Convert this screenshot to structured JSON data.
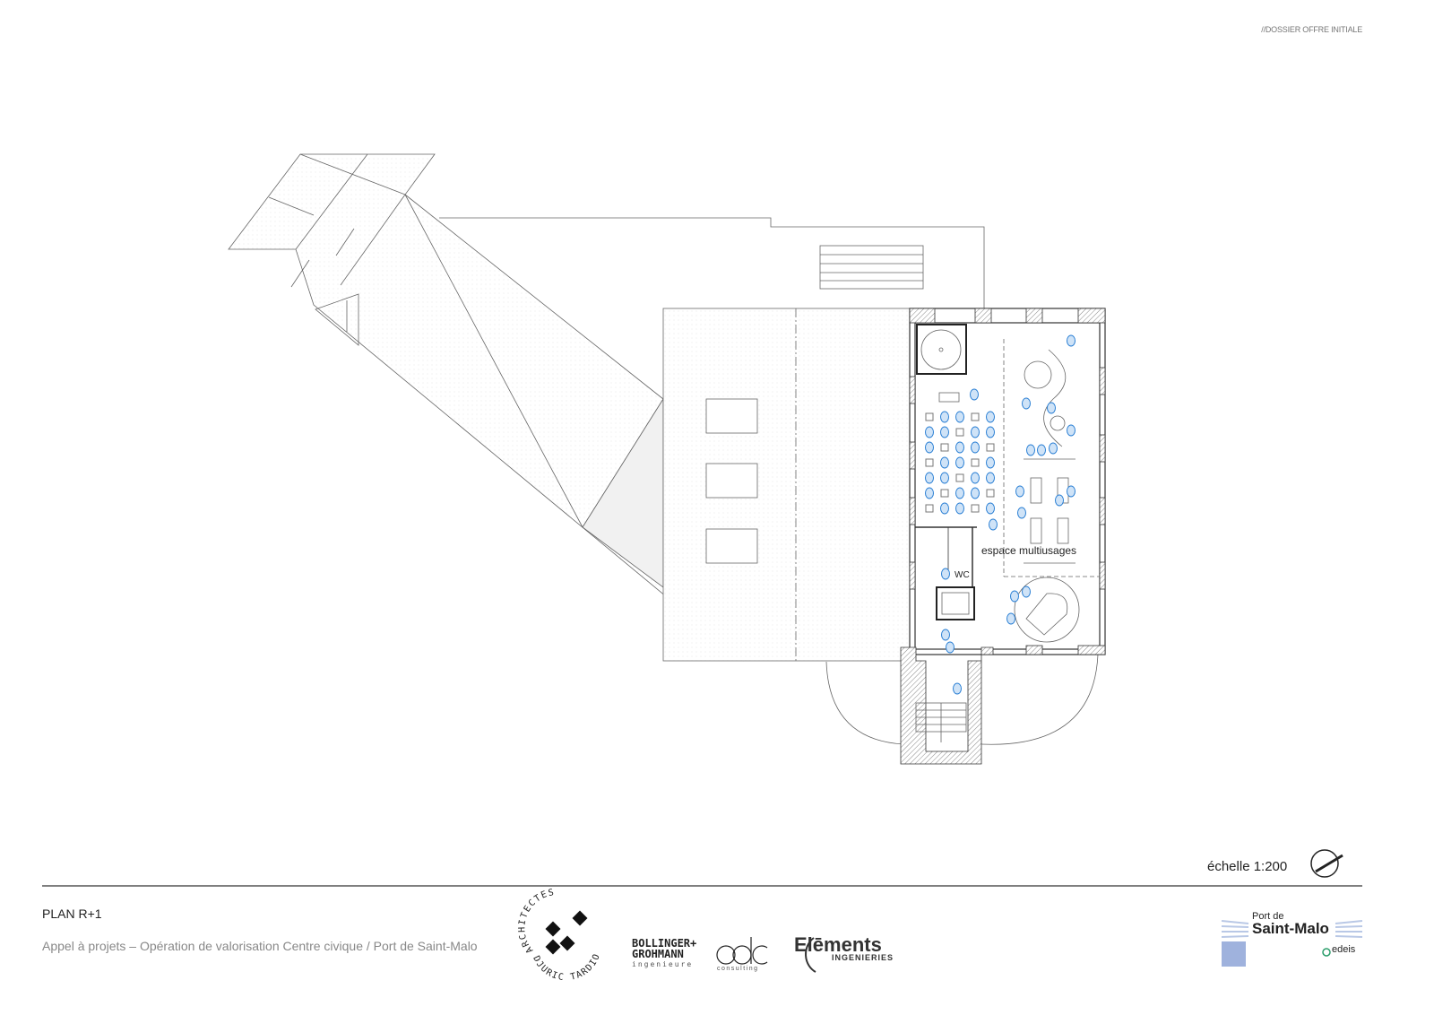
{
  "header": {
    "dossier": "//DOSSIER  OFFRE INITIALE"
  },
  "plan": {
    "room_label": "espace multiusages",
    "wc_label": "WC"
  },
  "scale": {
    "label": "échelle 1:200",
    "north_icon": "north-arrow-icon"
  },
  "footer": {
    "title": "PLAN R+1",
    "subtitle": "Appel à  projets –  Opération de valorisation Centre civique / Port de Saint-Malo"
  },
  "logos": {
    "architectes": {
      "top": "ARCHITECTES",
      "bottom": "DJURIC TARDIO"
    },
    "bollinger": {
      "line1": "BOLLINGER+",
      "line2": "GROHMANN",
      "line3": "ingenieure"
    },
    "odc": {
      "mark": "odc",
      "text": "consulting"
    },
    "elements": {
      "name": "Elēments",
      "text": "INGENIERIES"
    },
    "saint_malo": {
      "line1": "Port de",
      "line2": "Saint-Malo",
      "partner": "edeis"
    }
  },
  "colors": {
    "line": "#555555",
    "furniture": "#2a7fd4",
    "hatch": "#999999"
  }
}
